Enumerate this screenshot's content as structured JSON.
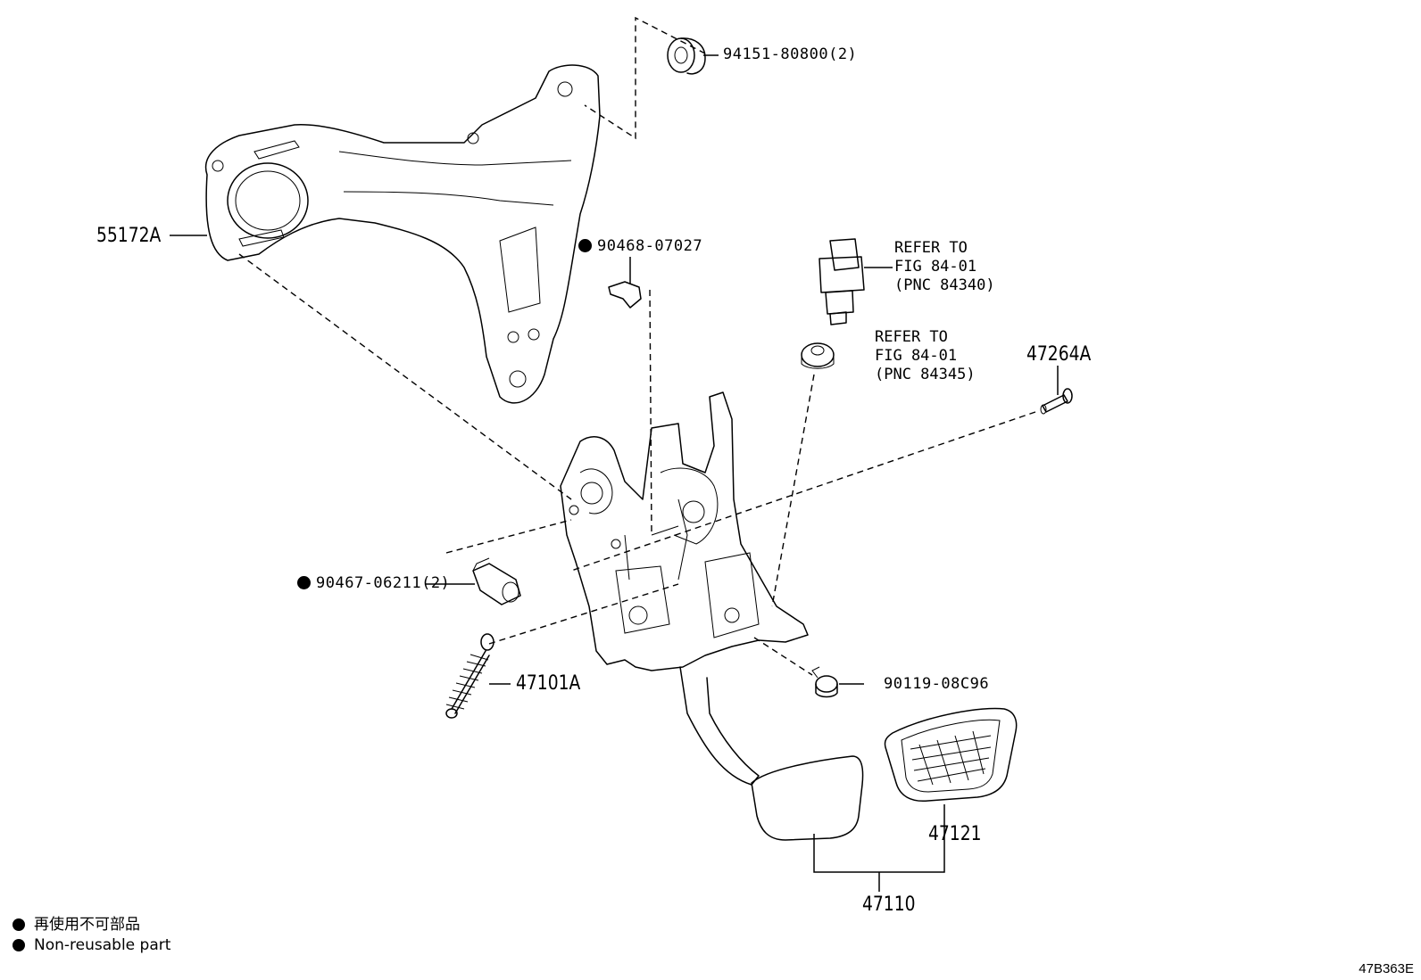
{
  "parts": {
    "bracket": "55172A",
    "bushing": "94151-80800(2)",
    "clip": "90468-07027",
    "pin": "47264A",
    "nut": "90467-06211(2)",
    "spring": "47101A",
    "bolt": "90119-08C96",
    "pad": "47121",
    "pedal_assy": "47110"
  },
  "refs": {
    "switch": "REFER TO\nFIG 84-01\n(PNC 84340)",
    "cushion": "REFER TO\nFIG 84-01\n(PNC 84345)"
  },
  "legend": {
    "line_jp": "再使用不可部品",
    "line_en": "Non-reusable part"
  },
  "illustration_code": "47B363E"
}
